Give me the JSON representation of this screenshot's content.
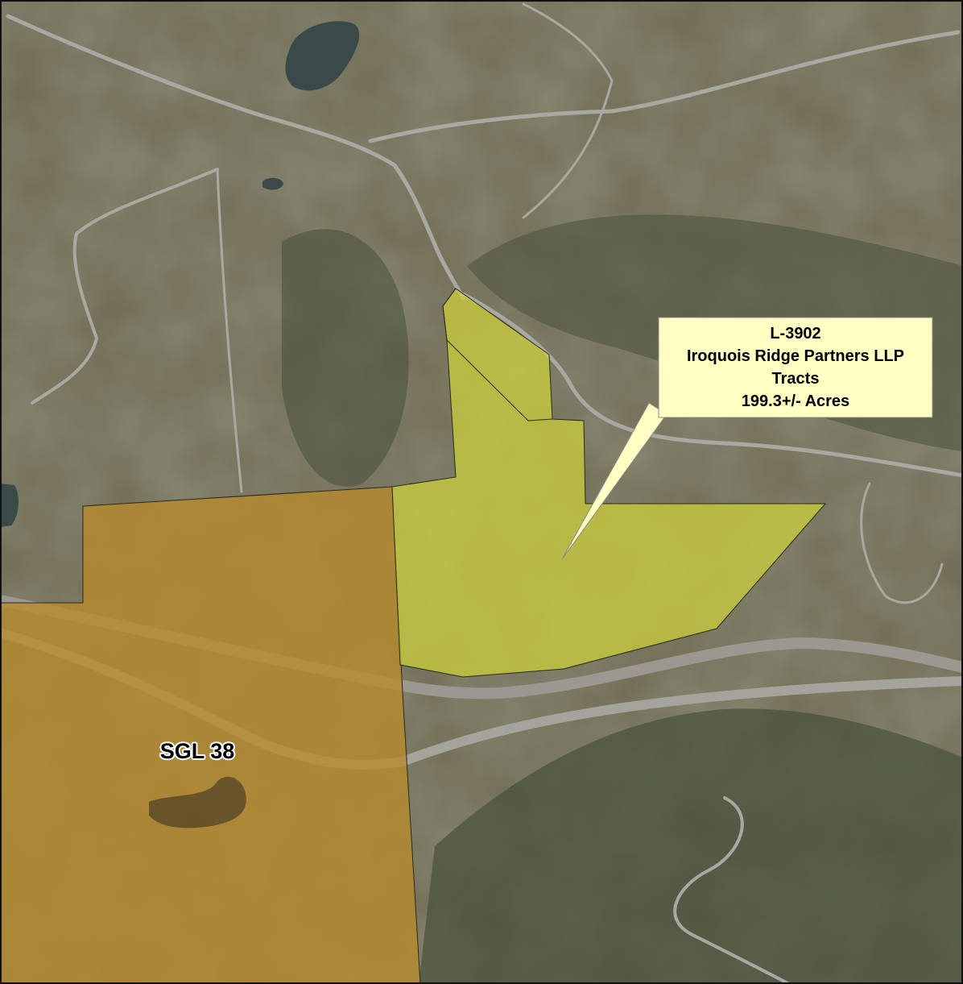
{
  "map": {
    "callout": {
      "parcel_id": "L-3902",
      "owner": "Iroquois Ridge Partners LLP",
      "type": "Tracts",
      "area": "199.3+/- Acres"
    },
    "area_label": "SGL 38",
    "colors": {
      "tract_fill": "#cfd23a",
      "game_land_fill": "#b88a2c",
      "callout_fill": "#ffffc4",
      "terrain_base": "#6f6a52",
      "forest_dark": "#3e4a34",
      "water": "#3a4a48",
      "road": "#a9a9a2"
    }
  }
}
